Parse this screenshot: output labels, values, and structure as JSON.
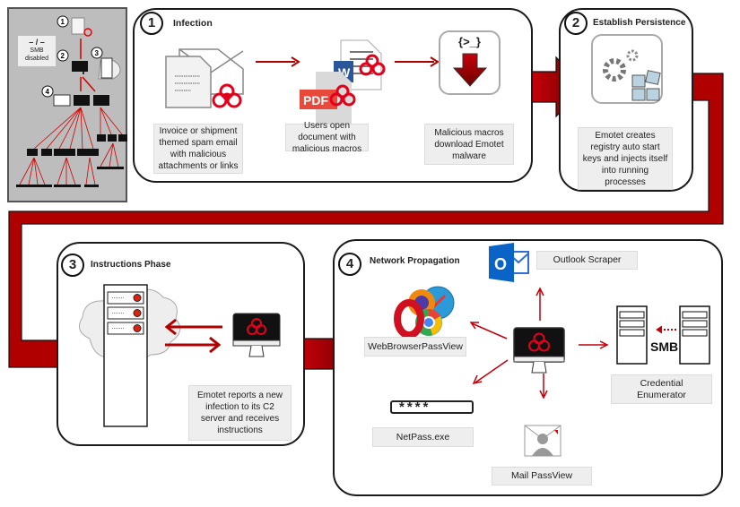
{
  "title": "Emotet infection chain",
  "colors": {
    "accent_red": "#b00000",
    "arrow_red": "#c00000",
    "caption_bg": "#eeeeee",
    "mini_bg": "#bdbdbd"
  },
  "overview": {
    "smb_line1": "– / –",
    "smb_line2": "SMB",
    "smb_line3": "disabled",
    "step_numbers": [
      "1",
      "2",
      "3",
      "4"
    ]
  },
  "panels": [
    {
      "number": "1",
      "title": "Infection",
      "captions": [
        "Invoice or shipment themed spam email with malicious attachments or links",
        "Users open document with malicious macros",
        "Malicious macros download Emotet malware"
      ],
      "icons": [
        "spam-email-icon",
        "malicious-document-icon",
        "macro-download-icon"
      ],
      "macro_glyph": "{>_}",
      "pdf_label": "PDF",
      "word_label": "W"
    },
    {
      "number": "2",
      "title": "Establish Persistence",
      "captions": [
        "Emotet creates registry auto start keys and injects itself into running processes"
      ],
      "icons": [
        "gears-registry-icon"
      ]
    },
    {
      "number": "3",
      "title": "Instructions Phase",
      "captions": [
        "Emotet reports a new infection to its C2 server and receives instructions"
      ],
      "icons": [
        "c2-server-icon",
        "infected-computer-icon"
      ]
    },
    {
      "number": "4",
      "title": "Network Propagation",
      "modules": [
        {
          "label": "Outlook Scraper",
          "icon": "outlook-icon"
        },
        {
          "label": "WebBrowserPassView",
          "icon": "browsers-icon"
        },
        {
          "label": "Credential Enumerator",
          "icon": "smb-servers-icon"
        },
        {
          "label": "NetPass.exe",
          "icon": "password-field-icon"
        },
        {
          "label": "Mail PassView",
          "icon": "mail-user-icon"
        }
      ],
      "password_mask": "****",
      "smb_label": "SMB",
      "outlook_letter": "O"
    }
  ]
}
